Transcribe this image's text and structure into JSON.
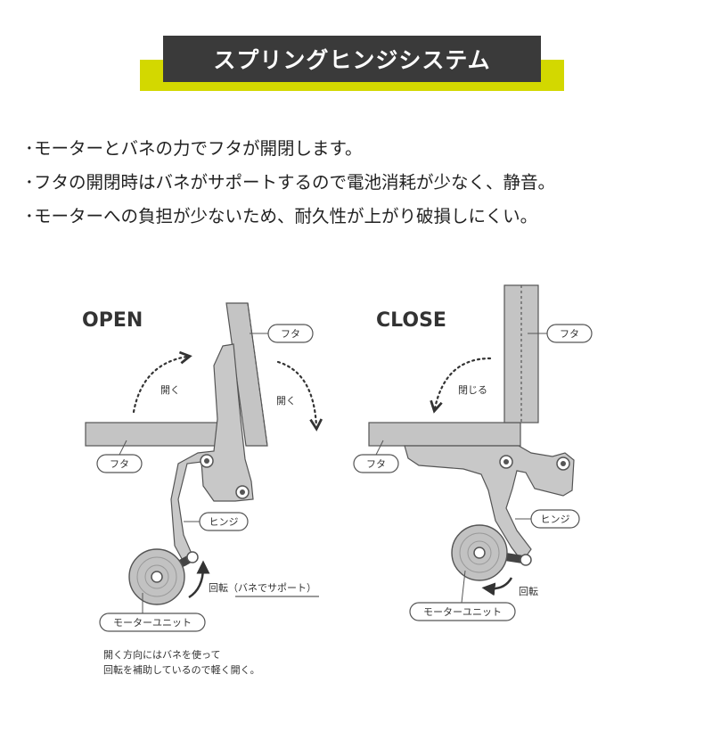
{
  "header": {
    "title": "スプリングヒンジシステム"
  },
  "bullets": [
    "モーターとバネの力でフタが開閉します。",
    "フタの開閉時はバネがサポートするので電池消耗が少なく、静音。",
    "モーターへの負担が少ないため、耐久性が上がり破損しにくい。"
  ],
  "open_diagram": {
    "heading": "OPEN",
    "lid_label_top": "フタ",
    "lid_label_bottom": "フタ",
    "hinge_label": "ヒンジ",
    "motor_label": "モーターユニット",
    "open_arrow_left": "開く",
    "open_arrow_right": "開く",
    "rotation_label": "回転（バネでサポート）",
    "note_line1": "開く方向にはバネを使って",
    "note_line2": "回転を補助しているので軽く開く。"
  },
  "close_diagram": {
    "heading": "CLOSE",
    "lid_label_top": "フタ",
    "lid_label_bottom": "フタ",
    "hinge_label": "ヒンジ",
    "motor_label": "モーターユニット",
    "close_arrow": "閉じる",
    "rotation_label": "回転"
  },
  "colors": {
    "title_bg": "#3a3a3a",
    "accent": "#d3d800",
    "part_fill": "#c4c4c4",
    "part_stroke": "#555555"
  }
}
